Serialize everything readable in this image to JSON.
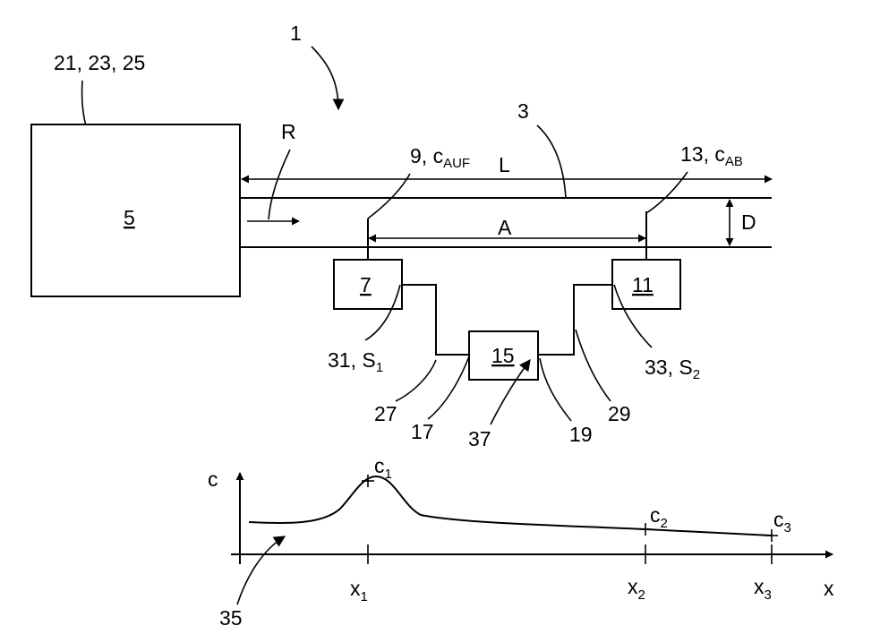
{
  "labels": {
    "ref_1": "1",
    "ref_3": "3",
    "ref_21_23_25": "21, 23, 25",
    "box_5": "5",
    "box_7": "7",
    "box_11": "11",
    "box_15": "15",
    "flow_R": "R",
    "length_L": "L",
    "spacing_A": "A",
    "diameter_D": "D",
    "sensor_9": "9, c",
    "sensor_9_sub": "AUF",
    "sensor_13": "13, c",
    "sensor_13_sub": "AB",
    "ref_31": "31, S",
    "ref_31_sub": "1",
    "ref_33": "33, S",
    "ref_33_sub": "2",
    "ref_27": "27",
    "ref_17": "17",
    "ref_37": "37",
    "ref_19": "19",
    "ref_29": "29",
    "ref_35": "35"
  },
  "chart": {
    "y_axis": "c",
    "x_axis": "x",
    "c1": "c",
    "c1_sub": "1",
    "c2": "c",
    "c2_sub": "2",
    "c3": "c",
    "c3_sub": "3",
    "x1": "x",
    "x1_sub": "1",
    "x2": "x",
    "x2_sub": "2",
    "x3": "x",
    "x3_sub": "3"
  }
}
